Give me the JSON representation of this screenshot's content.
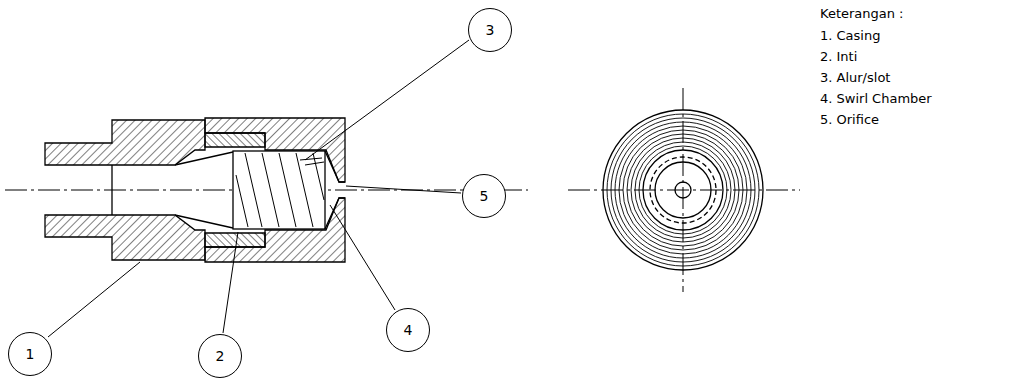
{
  "diagram": {
    "nodes": [
      {
        "text": [
          "1"
        ]
      },
      {
        "text": [
          "2"
        ]
      },
      {
        "text": [
          "3"
        ]
      },
      {
        "text": [
          "4"
        ]
      },
      {
        "text": [
          "5"
        ]
      }
    ],
    "edges": [],
    "labels": [
      "Keterangan :",
      "1. Casing",
      "2. Inti",
      "3. Alur/slot",
      "4. Swirl Chamber",
      "5. Orifice"
    ]
  }
}
